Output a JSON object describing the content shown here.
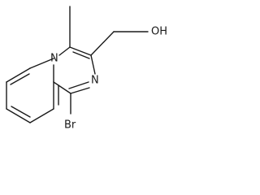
{
  "molecule": {
    "atoms": {
      "n_bridge": "N",
      "n_ring": "N",
      "hydroxyl": "OH",
      "bromine": "Br"
    },
    "colors": {
      "bond": "#1a1a1a",
      "label": "#1a1a1a",
      "background": "#ffffff"
    }
  }
}
